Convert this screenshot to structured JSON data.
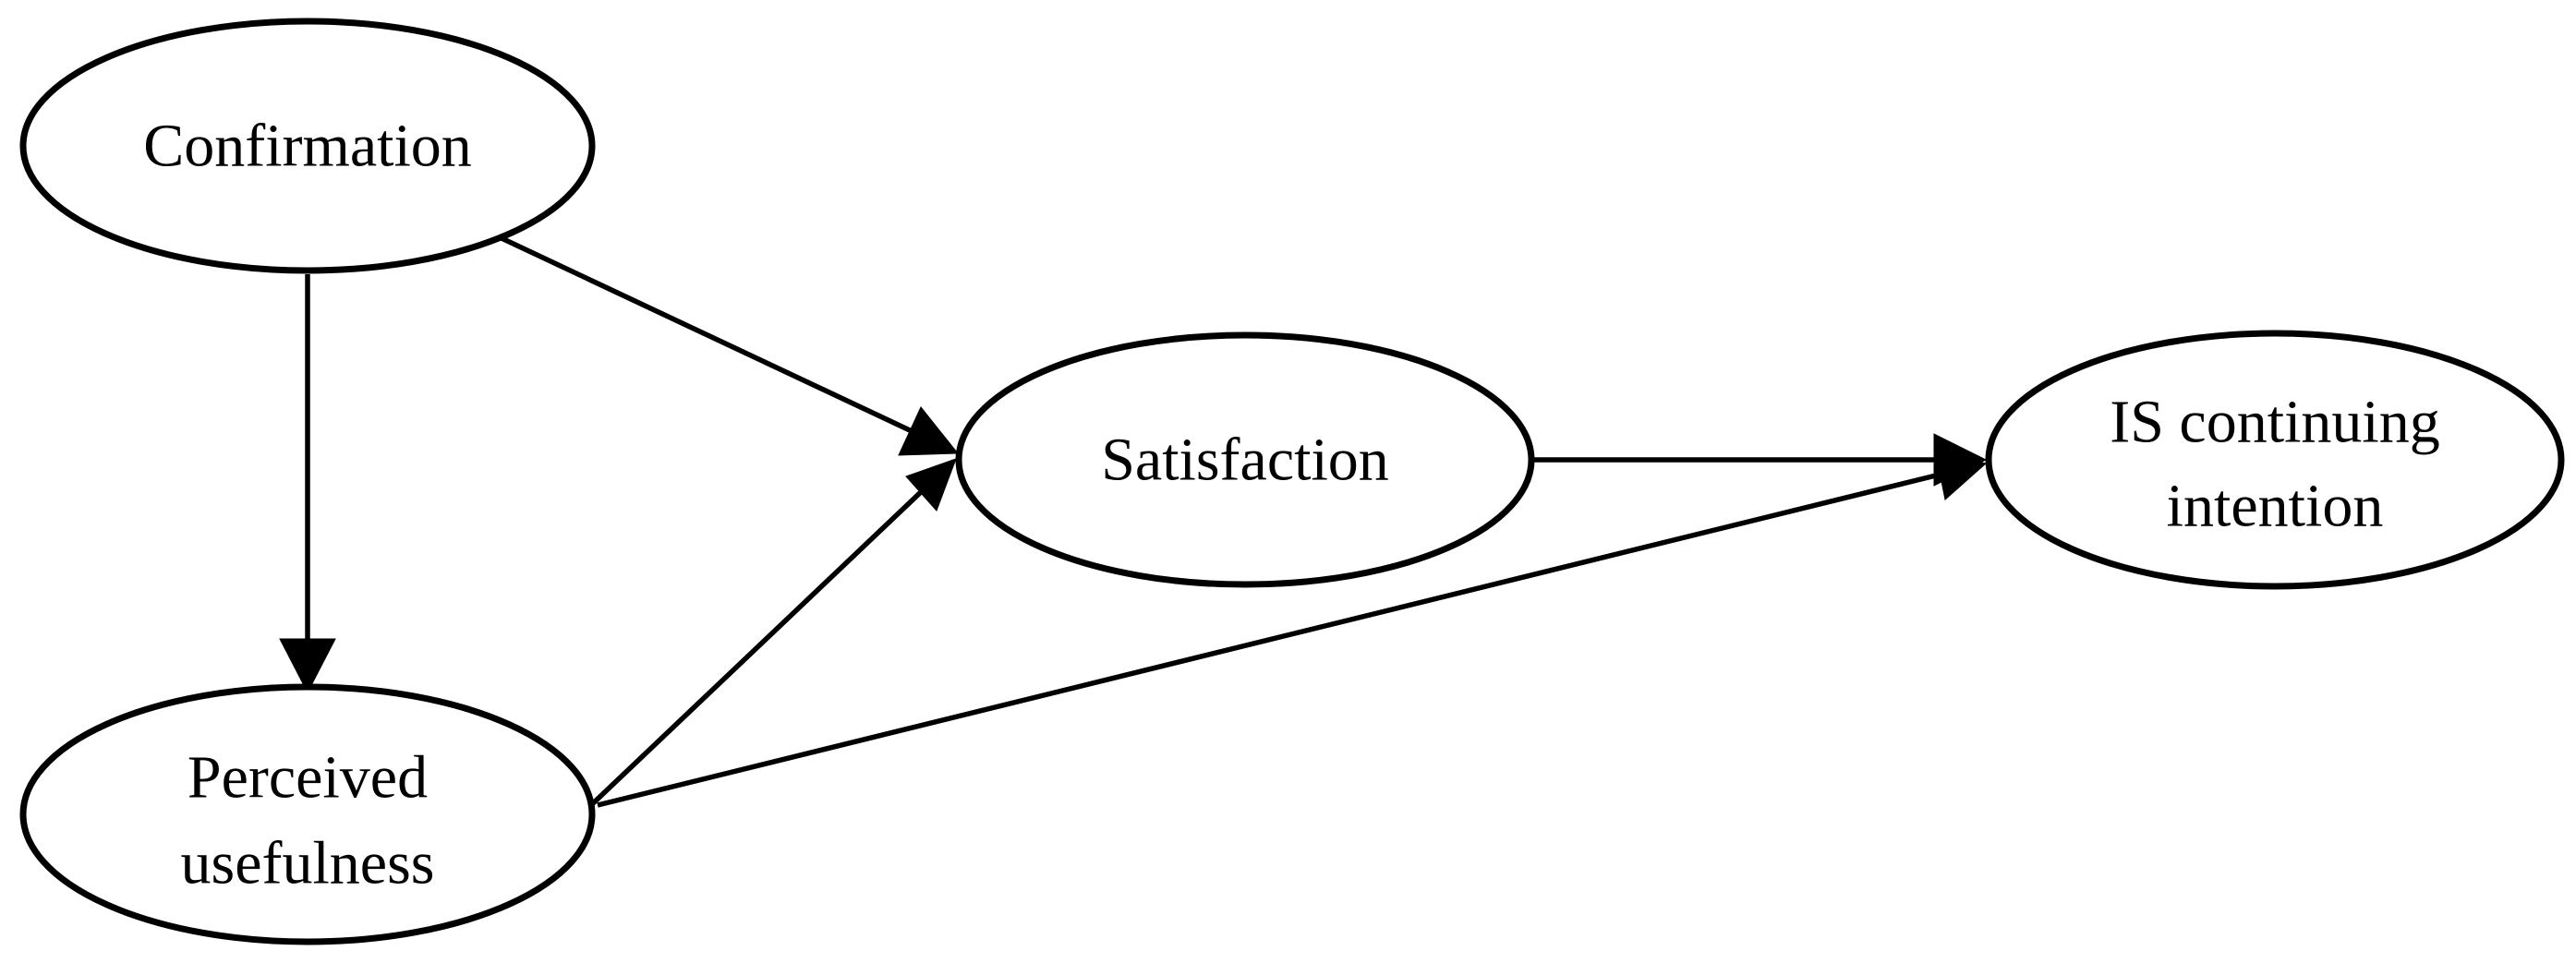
{
  "nodes": {
    "confirmation": {
      "label": "Confirmation"
    },
    "perceived_usefulness": {
      "line1": "Perceived",
      "line2": "usefulness"
    },
    "satisfaction": {
      "label": "Satisfaction"
    },
    "is_continuing_intention": {
      "line1": "IS continuing",
      "line2": "intention"
    }
  },
  "edges": [
    {
      "from": "Confirmation",
      "to": "Satisfaction"
    },
    {
      "from": "Confirmation",
      "to": "Perceived usefulness"
    },
    {
      "from": "Perceived usefulness",
      "to": "Satisfaction"
    },
    {
      "from": "Perceived usefulness",
      "to": "IS continuing intention"
    },
    {
      "from": "Satisfaction",
      "to": "IS continuing intention"
    }
  ],
  "colors": {
    "stroke": "#000000",
    "fill": "#ffffff"
  }
}
